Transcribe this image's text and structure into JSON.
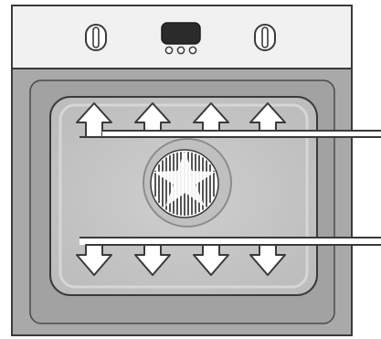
{
  "colors": {
    "control_panel": "#f1f1f1",
    "oven_body": "#a9a9a9",
    "cavity": "#c3c3c3",
    "outline": "#3a3a3a",
    "display": "#2b2b2b",
    "arrow_fill": "#ffffff"
  },
  "control_panel": {
    "left_knob_icon": "temperature-knob",
    "display_icon": "timer-display",
    "right_knob_icon": "function-knob"
  },
  "oven": {
    "fan_icon": "convection-fan",
    "upward_arrow_count": 4,
    "downward_arrow_count": 4
  }
}
